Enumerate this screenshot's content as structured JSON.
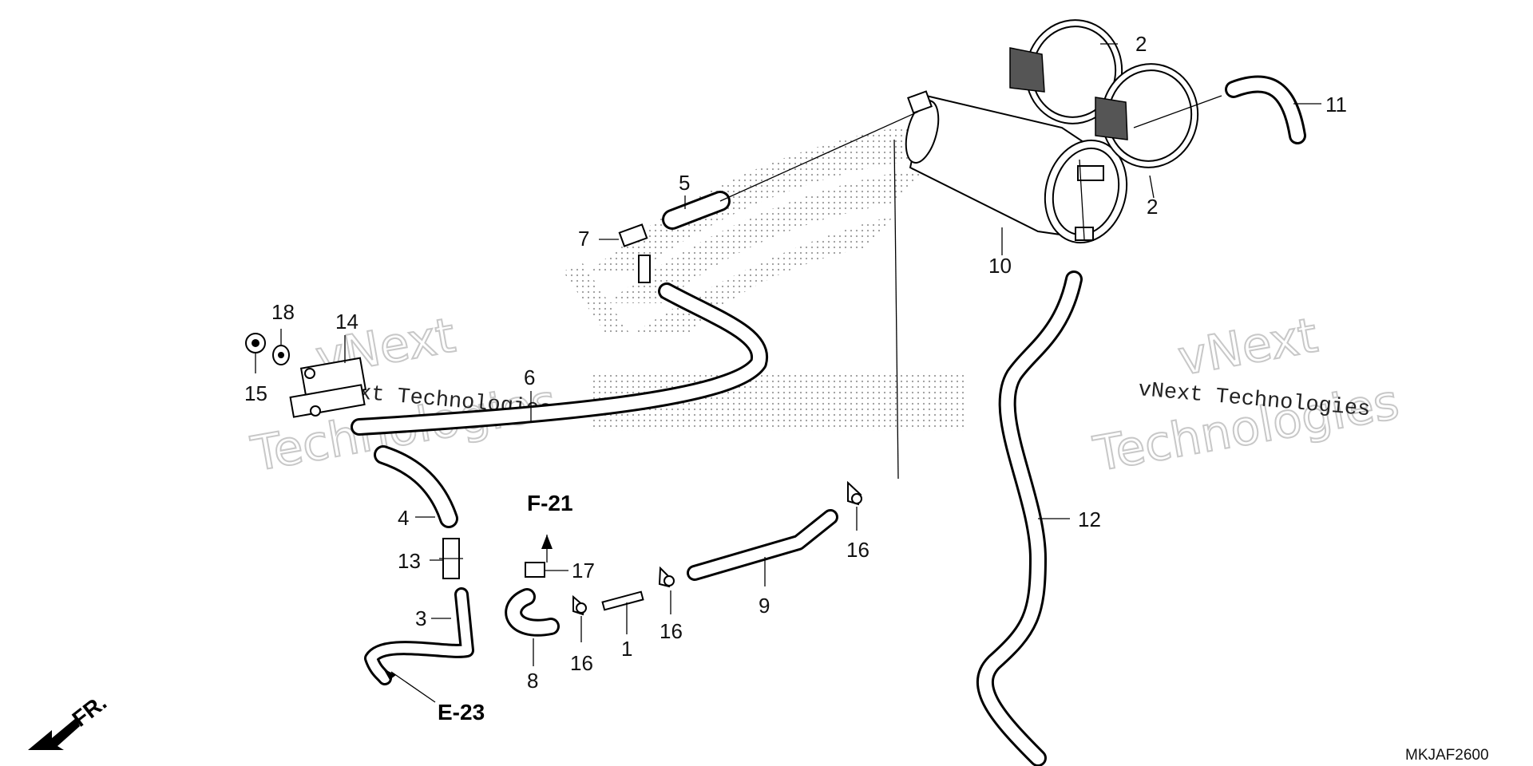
{
  "watermark": {
    "line1": "vNext",
    "line2": "Technologies",
    "inline": "vNext Technologies"
  },
  "callouts": {
    "p1": "1",
    "p2a": "2",
    "p2b": "2",
    "p3": "3",
    "p4": "4",
    "p5": "5",
    "p6": "6",
    "p7": "7",
    "p8": "8",
    "p9": "9",
    "p10": "10",
    "p11": "11",
    "p12": "12",
    "p13": "13",
    "p14": "14",
    "p15": "15",
    "p16a": "16",
    "p16b": "16",
    "p16c": "16",
    "p17": "17",
    "p18": "18"
  },
  "references": {
    "f21": "F-21",
    "e23": "E-23",
    "front": "FR."
  },
  "diagram_code": "MKJAF2600",
  "colors": {
    "ink": "#000000",
    "watermark_outline": "#c8c8c8",
    "dots": "#9a9a9a"
  }
}
